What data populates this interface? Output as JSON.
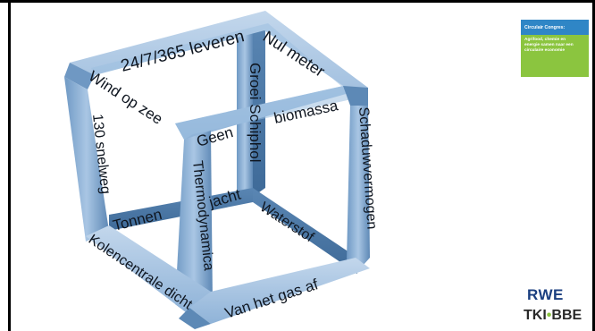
{
  "cube": {
    "labels": {
      "top_front": "24/7/365 leveren",
      "top_right": "Nul meter",
      "top_left": "Wind op zee",
      "front_left_vertical": "130 snelweg",
      "back_vertical": "Groei Schiphol",
      "top_back": "biomassa",
      "right_vertical": "Schaduwvermogen",
      "geen": "Geen",
      "inner_vertical": "Thermodynamica",
      "jacht": "jacht",
      "tonnen": "Tonnen",
      "waterstof": "Waterstof",
      "bottom_left": "Kolencentrale dicht",
      "bottom_right": "Van het gas af"
    },
    "colors": {
      "face_light": "#aec9e6",
      "face_mid": "#7fa7cf",
      "face_dark": "#4d79a8",
      "edge": "#2f5882"
    }
  },
  "badge": {
    "title": "Circulair Congres:",
    "text": "Agrifood, chemie en energie samen naar een circulaire economie",
    "colors": {
      "title_bg": "#2f86c6",
      "body_bg": "#8bc53f"
    }
  },
  "logos": {
    "rwe": "RWE",
    "tki_left": "TKI",
    "tki_dot": "•",
    "tki_right": "BBE"
  }
}
